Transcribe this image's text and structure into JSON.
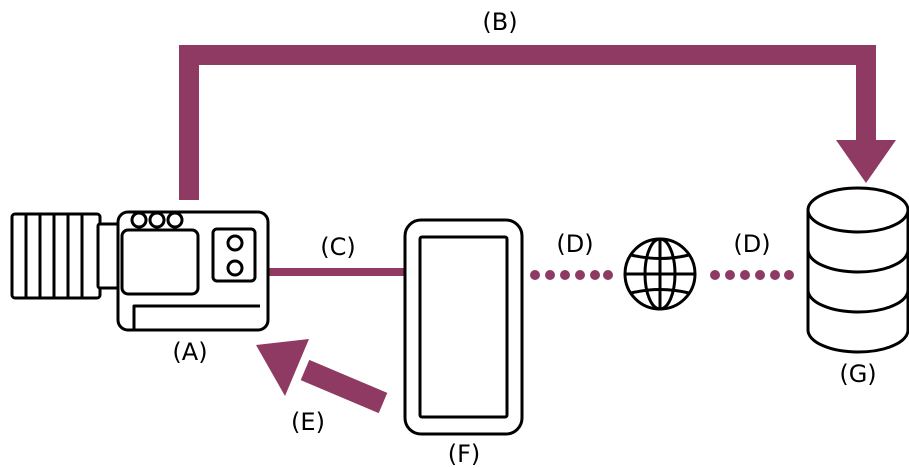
{
  "labels": {
    "a": "(A)",
    "b": "(B)",
    "c": "(C)",
    "d_left": "(D)",
    "d_right": "(D)",
    "e": "(E)",
    "f": "(F)",
    "g": "(G)"
  },
  "colors": {
    "connector": "#8e3a63",
    "outline": "#000000",
    "background": "#ffffff"
  },
  "icons": {
    "a": "camera-icon",
    "f": "smartphone-icon",
    "internet": "globe-icon",
    "g": "database-icon"
  }
}
